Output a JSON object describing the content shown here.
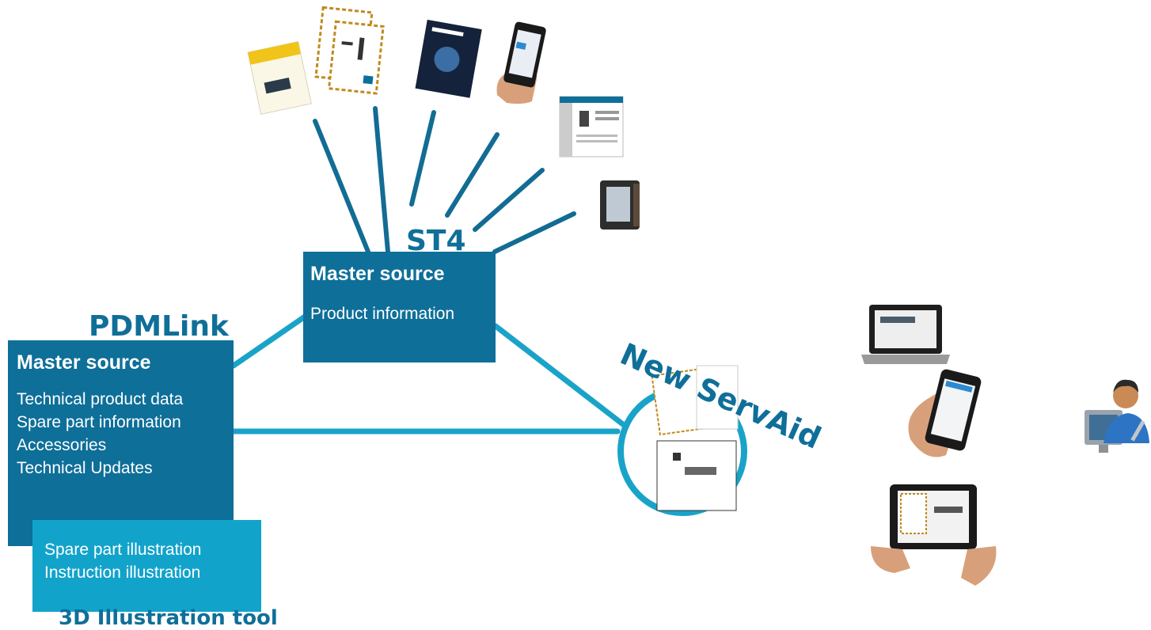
{
  "headings": {
    "pdmlink": "PDMLink",
    "st4": "ST4",
    "new_servaid": "New ServAid",
    "illustration_tool": "3D Illustration tool"
  },
  "pdmlink_box": {
    "title": "Master source",
    "lines": [
      "Technical product data",
      "Spare part information",
      "Accessories",
      "Technical Updates"
    ]
  },
  "st4_box": {
    "title": "Master source",
    "lines": [
      "Product information"
    ]
  },
  "illustration_box": {
    "lines": [
      "Spare part illustration",
      "Instruction illustration"
    ]
  },
  "outputs": [
    "printed-manual-icon",
    "spare-parts-document-icon",
    "brochure-icon",
    "smartphone-app-icon",
    "web-page-icon",
    "controller-device-icon"
  ],
  "endpoints": [
    "laptop-icon",
    "smartphone-icon",
    "tablet-icon",
    "service-technician-icon"
  ],
  "colors": {
    "box_dark": "#0e6f99",
    "box_light": "#12a3cb",
    "connector": "#1aa3c8",
    "heading": "#0f6f99"
  }
}
